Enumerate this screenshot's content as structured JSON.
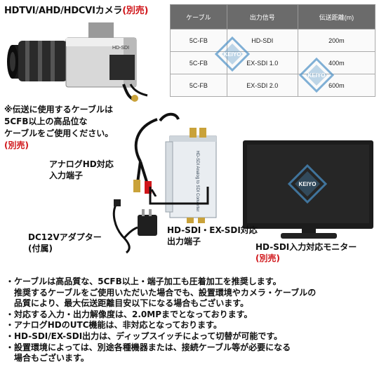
{
  "title": {
    "main": "HDTVI/AHD/HDCVIカメラ",
    "sold_separately": "(別売)"
  },
  "cable_note": {
    "lines": [
      "※伝送に使用するケーブルは",
      "5CFB以上の高品位な",
      "ケーブルをご使用ください。"
    ],
    "sold_separately": "(別売)"
  },
  "table": {
    "headers": [
      "ケーブル",
      "出力信号",
      "伝送距離(m)"
    ],
    "rows": [
      [
        "5C-FB",
        "HD-SDI",
        "200m"
      ],
      [
        "5C-FB",
        "EX-SDI 1.0",
        "400m"
      ],
      [
        "5C-FB",
        "EX-SDI 2.0",
        "600m"
      ]
    ]
  },
  "converter_label": "HD-SDI Analog to SDI Converter",
  "labels": {
    "analog_input": [
      "アナログHD対応",
      "入力端子"
    ],
    "adapter": [
      "DC12Vアダプター",
      "(付属)"
    ],
    "sdi_output": [
      "HD-SDI・EX-SDI対応",
      "出力端子"
    ],
    "monitor": "HD-SDI入力対応モニター",
    "monitor_sold_separately": "(別売)"
  },
  "watermark_text": "KEIYO",
  "camera_brand": "HD-SDI",
  "bullets": [
    "・ケーブルは高品質な、5CFB以上・端子加工も圧着加工を推奨します。",
    "　推奨するケーブルをご使用いただいた場合でも、設置環境やカメラ・ケーブルの",
    "　品質により、最大伝送距離目安以下になる場合もございます。",
    "・対応する入力・出力解像度は、2.0MPまでとなっております。",
    "・アナログHDのUTC機能は、非対応となっております。",
    "・HD-SDI/EX-SDI出力は、ディップスイッチによって切替が可能です。",
    "・設置環境によっては、別途各種機器または、接続ケーブル等が必要になる",
    "　場合もございます。"
  ],
  "colors": {
    "accent_red": "#d0161a",
    "table_header": "#6b6b6b",
    "watermark": "#4a8fc4"
  }
}
